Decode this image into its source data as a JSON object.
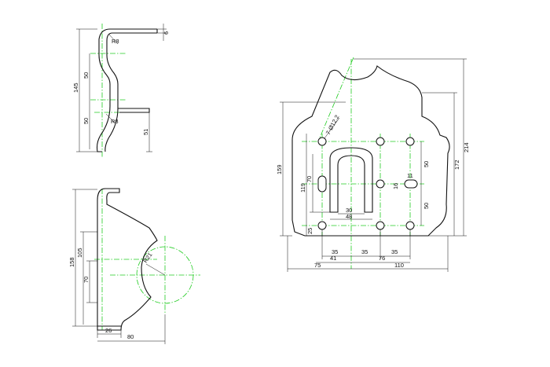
{
  "colors": {
    "outline": "#111111",
    "centerline": "#22cc22",
    "background": "#ffffff"
  },
  "side_view": {
    "dims": {
      "d145": "145",
      "d50a": "50",
      "d50b": "50",
      "d51": "51",
      "d6": "6",
      "r8a": "R8",
      "r8b": "R8"
    }
  },
  "bottom_view": {
    "dims": {
      "d158": "158",
      "d105": "105",
      "d70": "70",
      "d26": "26",
      "d80": "80",
      "r21": "R21"
    }
  },
  "front_view": {
    "dims": {
      "d159": "159",
      "d119": "119",
      "d70": "70",
      "d25": "25",
      "d214": "214",
      "d172": "172",
      "d50a": "50",
      "d50b": "50",
      "d16": "16",
      "d11": "11",
      "d30": "30",
      "d48": "48",
      "d35a": "35",
      "d35b": "35",
      "d35c": "35",
      "d41": "41",
      "d76": "76",
      "d75": "75",
      "d110": "110",
      "holes": "7-Ø12.2"
    }
  }
}
